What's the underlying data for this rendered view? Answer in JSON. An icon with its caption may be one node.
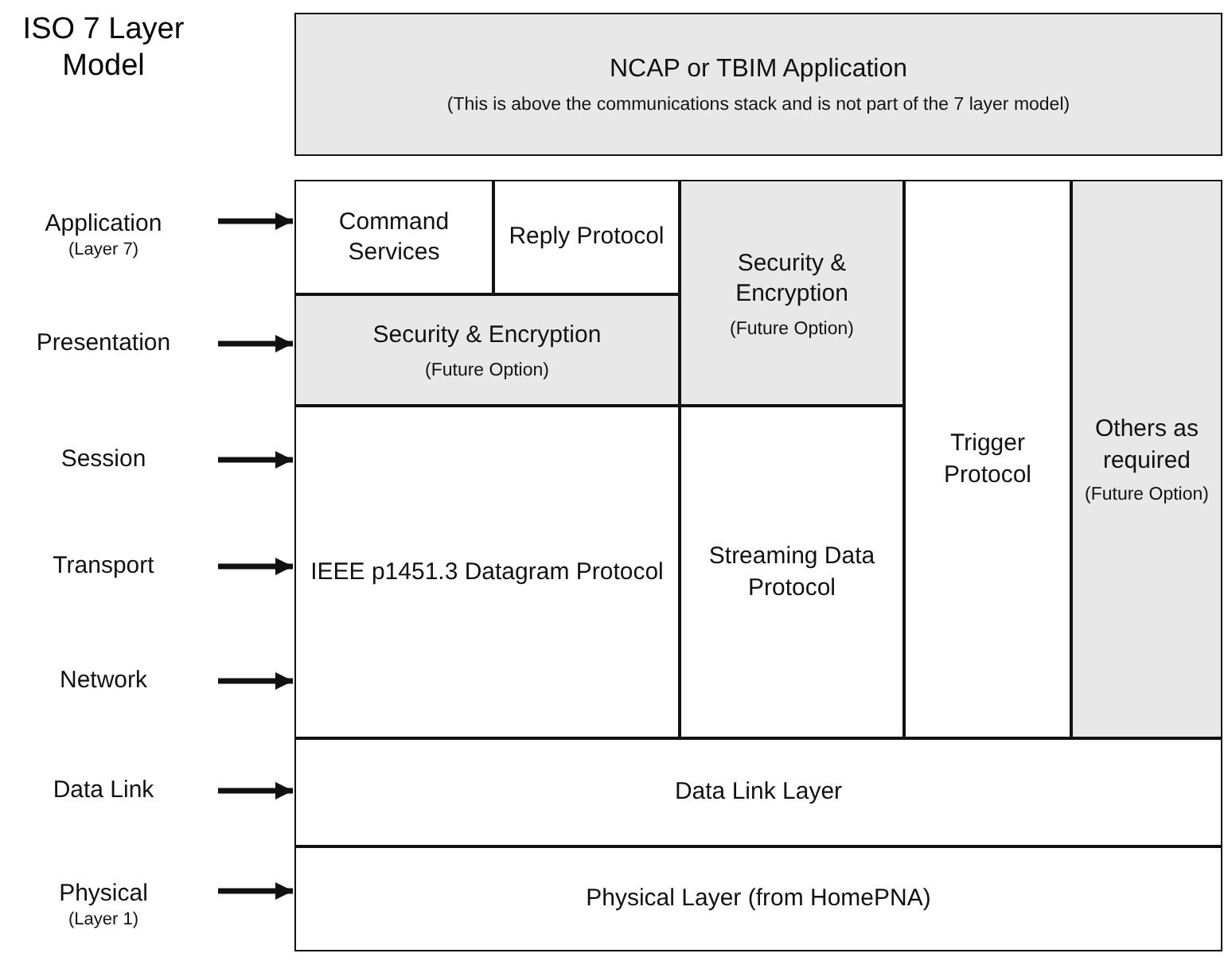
{
  "diagram": {
    "title": "ISO 7 Layer Model",
    "nodes": [
      {
        "text": [
          "NCAP or TBIM Application",
          "(This is above the communications stack and is not part of the 7 layer model)"
        ]
      },
      {
        "text": [
          "Application",
          "(Layer 7)"
        ]
      },
      {
        "text": [
          "Command Services"
        ]
      },
      {
        "text": [
          "Reply Protocol"
        ]
      },
      {
        "text": [
          "Security & Encryption",
          "(Future Option)"
        ]
      },
      {
        "text": [
          "Trigger Protocol"
        ]
      },
      {
        "text": [
          "Others as required",
          "(Future Option)"
        ]
      },
      {
        "text": [
          "Presentation"
        ]
      },
      {
        "text": [
          "Security & Encryption",
          "(Future Option)"
        ]
      },
      {
        "text": [
          "Session"
        ]
      },
      {
        "text": [
          "Transport"
        ]
      },
      {
        "text": [
          "IEEE p1451.3 Datagram Protocol"
        ]
      },
      {
        "text": [
          "Streaming Data Protocol"
        ]
      },
      {
        "text": [
          "Network"
        ]
      },
      {
        "text": [
          "Data Link"
        ]
      },
      {
        "text": [
          "Data Link Layer"
        ]
      },
      {
        "text": [
          "Physical",
          "(Layer 1)"
        ]
      },
      {
        "text": [
          "Physical Layer (from HomePNA)"
        ]
      }
    ],
    "edges": [
      {
        "from": 1,
        "to": 2,
        "arrow": "to"
      },
      {
        "from": 7,
        "to": 8,
        "arrow": "to"
      },
      {
        "from": 9,
        "to": 11,
        "arrow": "to"
      },
      {
        "from": 10,
        "to": 11,
        "arrow": "to"
      },
      {
        "from": 13,
        "to": 11,
        "arrow": "to"
      },
      {
        "from": 14,
        "to": 15,
        "arrow": "to"
      },
      {
        "from": 16,
        "to": 17,
        "arrow": "to"
      }
    ]
  }
}
